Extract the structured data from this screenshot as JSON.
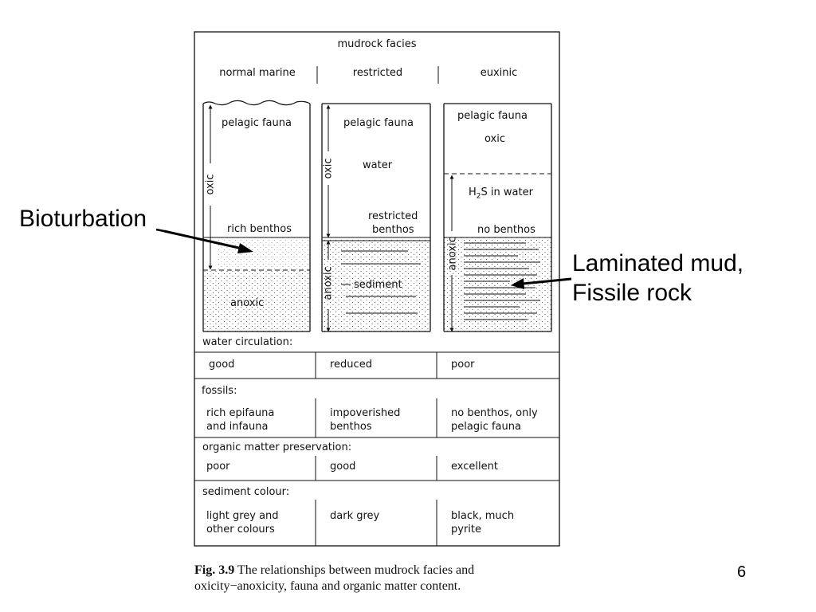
{
  "figure": {
    "header": "mudrock facies",
    "facies": [
      "normal marine",
      "restricted",
      "euxinic"
    ],
    "columns": {
      "normal_marine": {
        "top_label": "pelagic fauna",
        "oxic_label": "oxic",
        "middle_label": "rich benthos",
        "bottom_label": "anoxic"
      },
      "restricted": {
        "top_label": "pelagic fauna",
        "oxic_label": "oxic",
        "water_label": "water",
        "middle_label_1": "restricted",
        "middle_label_2": "benthos",
        "anoxic_label": "anoxic",
        "sediment_label": "sediment"
      },
      "euxinic": {
        "top_label": "pelagic fauna",
        "oxic_label": "oxic",
        "h2s_label_h": "H",
        "h2s_label_sub": "2",
        "h2s_label_rest": "S in water",
        "middle_label": "no benthos",
        "anoxic_label": "anoxic"
      }
    },
    "rows": [
      {
        "title": "water circulation:",
        "values": [
          "good",
          "reduced",
          "poor"
        ]
      },
      {
        "title": "fossils:",
        "values": [
          [
            "rich epifauna",
            "and infauna"
          ],
          [
            "impoverished",
            "benthos"
          ],
          [
            "no benthos, only",
            "pelagic fauna"
          ]
        ]
      },
      {
        "title": "organic matter preservation:",
        "values": [
          "poor",
          "good",
          "excellent"
        ]
      },
      {
        "title": "sediment colour:",
        "values": [
          [
            "light grey and",
            "other colours"
          ],
          [
            "dark grey"
          ],
          [
            "black, much",
            "pyrite"
          ]
        ]
      }
    ],
    "caption_bold": "Fig. 3.9",
    "caption_line1": " The relationships between mudrock facies and",
    "caption_line2": "oxicity−anoxicity, fauna and organic matter content."
  },
  "annotations": {
    "left": "Bioturbation",
    "right_line1": "Laminated mud,",
    "right_line2": "Fissile rock"
  },
  "page_number": "6"
}
